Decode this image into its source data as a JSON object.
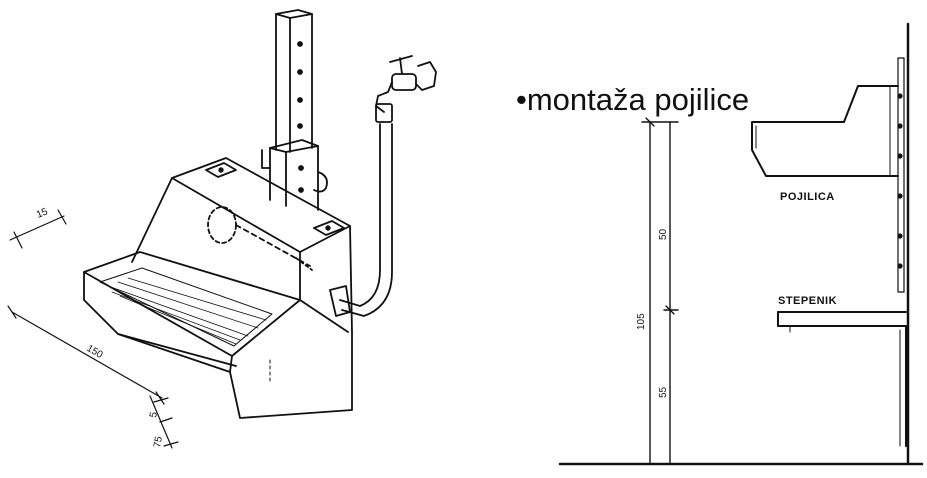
{
  "diagram": {
    "title": "•montaža pojilice",
    "labels": {
      "trough": "POJILICA",
      "step": "STEPENIK"
    },
    "dimensions": {
      "total_height": "105",
      "upper_height": "50",
      "lower_height": "55",
      "iso_top": "15",
      "iso_length": "150",
      "iso_upper": "5",
      "iso_lower": "75"
    }
  }
}
